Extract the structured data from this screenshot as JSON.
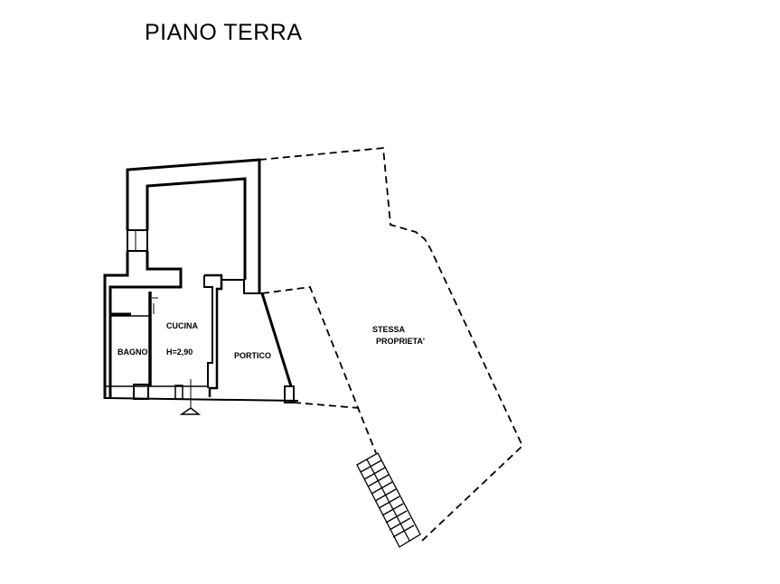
{
  "title": "PIANO TERRA",
  "rooms": {
    "bagno": "BAGNO",
    "cucina": "CUCINA",
    "cucina_height": "H=2,90",
    "portico": "PORTICO",
    "stessa_line1": "STESSA",
    "stessa_line2": "PROPRIETA'"
  }
}
